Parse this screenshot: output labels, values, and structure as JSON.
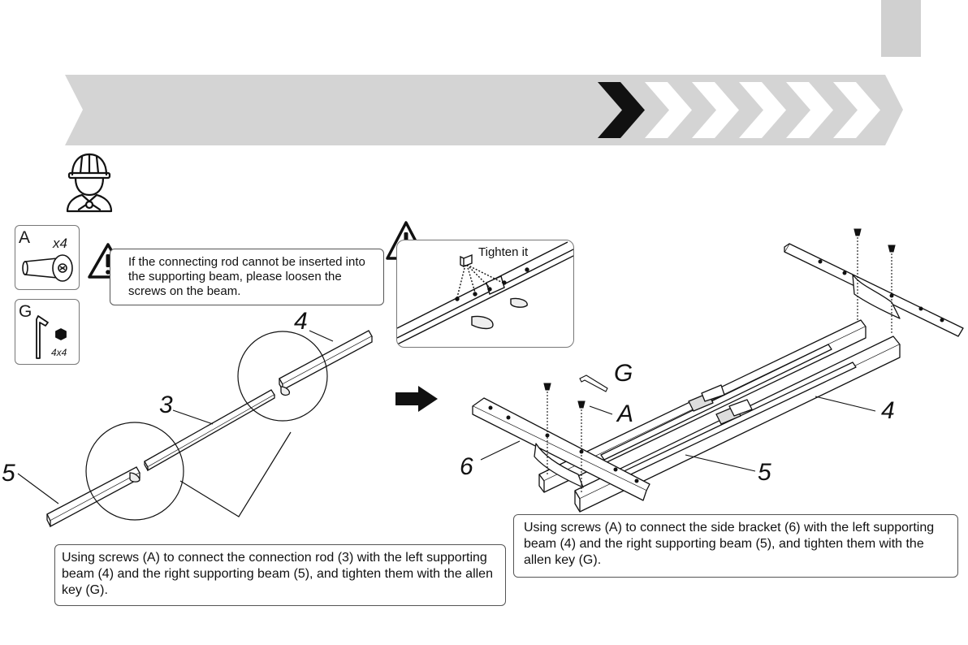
{
  "page_number": "",
  "step_arrows": {
    "total": 6,
    "active_index": 0
  },
  "parts": [
    {
      "letter": "A",
      "qty": "x4",
      "icon": "screw-icon"
    },
    {
      "letter": "G",
      "qty": "4x4",
      "icon": "allen-key-icon"
    }
  ],
  "warning_note": "If the connecting rod cannot be inserted into the supporting beam, please loosen the screws on the beam.",
  "detail_label": "Tighten it",
  "left_diagram": {
    "labels": {
      "rod": "3",
      "left_beam": "4",
      "right_beam": "5"
    }
  },
  "right_diagram": {
    "labels": {
      "left_beam": "4",
      "right_beam": "5",
      "bracket": "6",
      "screw": "A",
      "key": "G"
    }
  },
  "captions": {
    "left": "Using screws (A) to connect the connection rod (3) with the left supporting beam (4) and the right supporting beam (5), and tighten them with the allen key (G).",
    "right": "Using screws (A) to connect the side bracket (6) with the left supporting beam (4) and the right supporting beam (5), and tighten them with the allen key (G)."
  },
  "colors": {
    "banner_gray": "#d4d4d4",
    "active_arrow": "#111111",
    "page_tab": "#d0d0d0"
  }
}
